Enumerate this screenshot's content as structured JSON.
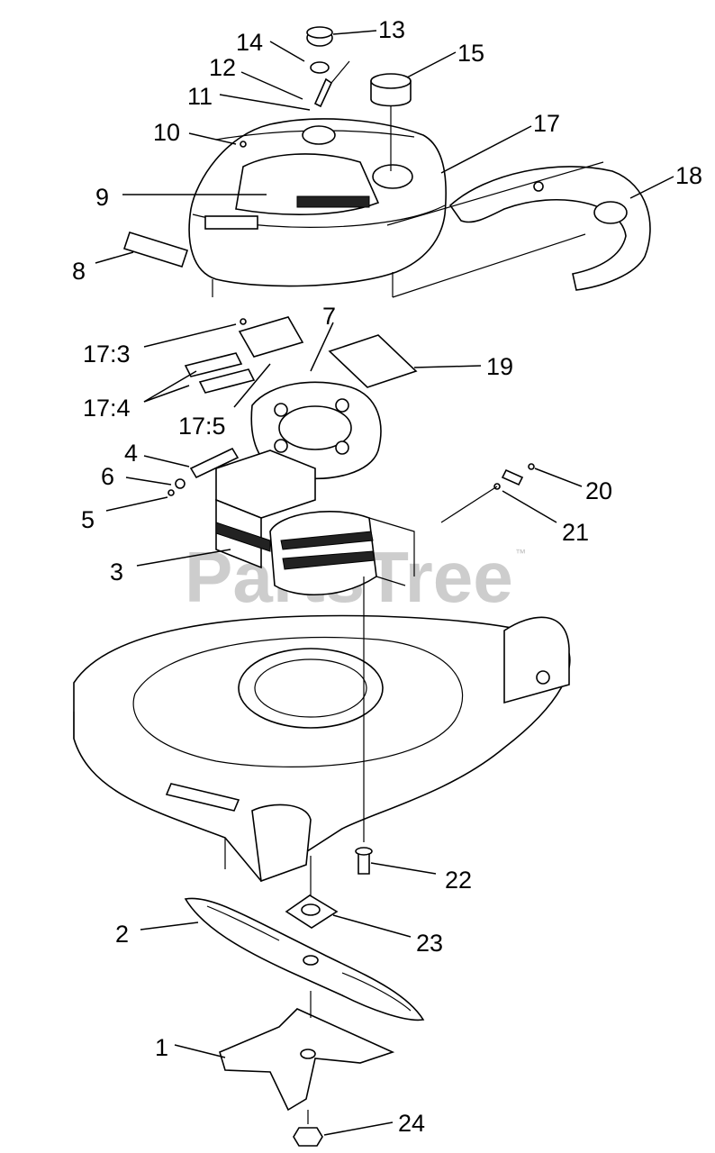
{
  "watermark": {
    "text": "PartsTree",
    "trademark": "™"
  },
  "labels": [
    "14",
    "13",
    "15",
    "12",
    "11",
    "10",
    "17",
    "18",
    "9",
    "8",
    "17:3",
    "7",
    "19",
    "17:4",
    "17:5",
    "4",
    "6",
    "20",
    "5",
    "21",
    "3",
    "22",
    "2",
    "23",
    "1",
    "24"
  ]
}
